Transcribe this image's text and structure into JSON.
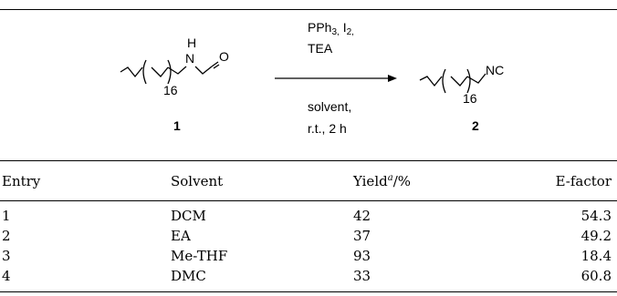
{
  "scheme": {
    "reagents_line1": "PPh",
    "reagents_line1_sub": "3,",
    "reagents_line1b": " I",
    "reagents_line1b_sub": "2,",
    "reagents_line2": "TEA",
    "conditions_line1": "solvent,",
    "conditions_line2": "r.t., 2 h",
    "reactant": {
      "atom_h": "H",
      "atom_n": "N",
      "atom_o": "O",
      "repeat": "16",
      "label": "1"
    },
    "product": {
      "group": "NC",
      "repeat": "16",
      "label": "2"
    }
  },
  "table": {
    "headers": {
      "entry": "Entry",
      "solvent": "Solvent",
      "yield": "Yield",
      "yield_footnote": "a",
      "yield_unit": "/%",
      "efactor": "E-factor"
    },
    "rows": [
      {
        "entry": "1",
        "solvent": "DCM",
        "yield": "42",
        "efactor": "54.3"
      },
      {
        "entry": "2",
        "solvent": "EA",
        "yield": "37",
        "efactor": "49.2"
      },
      {
        "entry": "3",
        "solvent": "Me-THF",
        "yield": "93",
        "efactor": "18.4"
      },
      {
        "entry": "4",
        "solvent": "DMC",
        "yield": "33",
        "efactor": "60.8"
      }
    ]
  }
}
